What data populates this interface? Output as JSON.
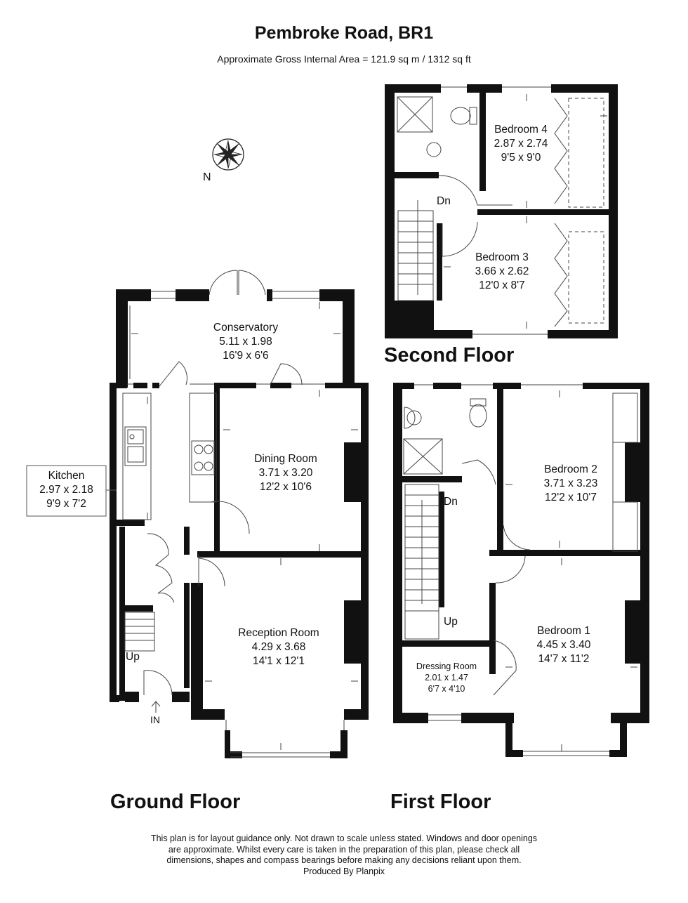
{
  "header": {
    "title": "Pembroke Road, BR1",
    "area": "Approximate Gross Internal Area = 121.9 sq m / 1312 sq ft"
  },
  "compass": {
    "label": "N"
  },
  "floors": {
    "ground": {
      "label": "Ground Floor",
      "rooms": {
        "conservatory": {
          "name": "Conservatory",
          "metric": "5.11 x 1.98",
          "imperial": "16'9 x 6'6"
        },
        "kitchen": {
          "name": "Kitchen",
          "metric": "2.97 x 2.18",
          "imperial": "9'9 x 7'2"
        },
        "dining": {
          "name": "Dining Room",
          "metric": "3.71 x 3.20",
          "imperial": "12'2 x 10'6"
        },
        "reception": {
          "name": "Reception Room",
          "metric": "4.29 x 3.68",
          "imperial": "14'1 x 12'1"
        }
      },
      "stairs_label": "Up",
      "entrance_label": "IN"
    },
    "first": {
      "label": "First Floor",
      "rooms": {
        "bedroom2": {
          "name": "Bedroom 2",
          "metric": "3.71 x 3.23",
          "imperial": "12'2 x 10'7"
        },
        "bedroom1": {
          "name": "Bedroom 1",
          "metric": "4.45 x 3.40",
          "imperial": "14'7 x 11'2"
        },
        "dressing": {
          "name": "Dressing Room",
          "metric": "2.01 x 1.47",
          "imperial": "6'7 x 4'10"
        }
      },
      "stairs_down": "Dn",
      "stairs_up": "Up"
    },
    "second": {
      "label": "Second Floor",
      "rooms": {
        "bedroom4": {
          "name": "Bedroom 4",
          "metric": "2.87 x 2.74",
          "imperial": "9'5 x 9'0"
        },
        "bedroom3": {
          "name": "Bedroom 3",
          "metric": "3.66 x 2.62",
          "imperial": "12'0 x 8'7"
        }
      },
      "stairs_down": "Dn"
    }
  },
  "footer": {
    "line1": "This plan is for layout guidance only. Not drawn to scale unless stated. Windows and door openings",
    "line2": "are approximate. Whilst every care is taken in the preparation of this plan, please check all",
    "line3": "dimensions, shapes and compass bearings before making any decisions reliant upon them.",
    "line4": "Produced By Planpix"
  },
  "colors": {
    "wall": "#111111",
    "line": "#555555",
    "fixture": "#444444"
  }
}
